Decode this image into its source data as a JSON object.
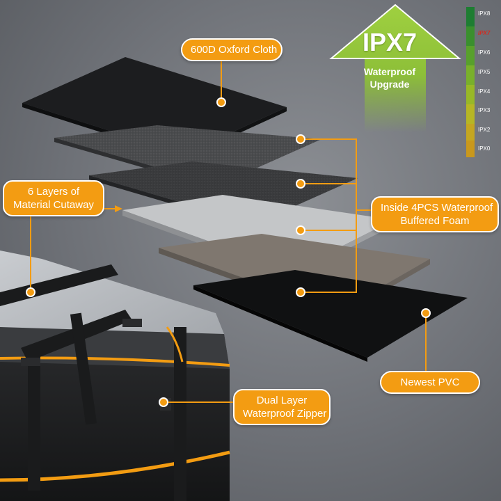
{
  "callouts": {
    "oxford": "600D Oxford Cloth",
    "layers": [
      "6 Layers of",
      "Material Cutaway"
    ],
    "foam": [
      "Inside 4PCS Waterproof",
      "Buffered Foam"
    ],
    "pvc": "Newest PVC",
    "zipper": [
      "Dual Layer",
      "Waterproof Zipper"
    ]
  },
  "badge": {
    "rating": "IPX7",
    "subtitle": [
      "Waterproof",
      "Upgrade"
    ]
  },
  "scale": {
    "levels": [
      "IPX8",
      "IPX7",
      "IPX6",
      "IPX5",
      "IPX4",
      "IPX3",
      "IPX2",
      "IPX0"
    ],
    "active": "IPX7",
    "colors": [
      "#1e7d32",
      "#3a8f2e",
      "#58a02c",
      "#79b02b",
      "#98b827",
      "#b6b624",
      "#c4a620",
      "#c9981c"
    ]
  },
  "colors": {
    "accent": "#f39c12",
    "callout_border": "#ffffff",
    "badge_arrow": "#8dc63f"
  }
}
